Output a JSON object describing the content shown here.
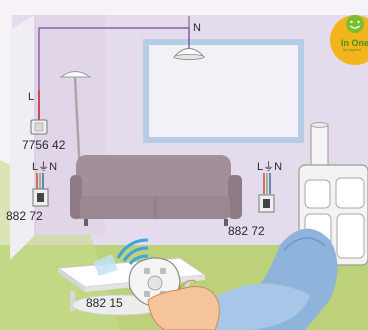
{
  "labels": {
    "neutral_ceiling": "N",
    "live_wall": "L",
    "switch_code": "7756 42",
    "socket_left_wire": "L⏚N",
    "socket_left_code": "882 72",
    "socket_right_wire": "L⏚N",
    "socket_right_code": "882 72",
    "remote_code": "882 15"
  },
  "logo": {
    "text": "In One",
    "subtext": "by Legrand"
  },
  "colors": {
    "wall": "#e4dcec",
    "floor": "#bcd17a",
    "sofa": "#9a8792",
    "wire_live": "#d0302f",
    "wire_neutral": "#2e55a8",
    "wire_earth": "#6bb33a",
    "wire_purple": "#8a62a6",
    "chair": "#8fb4dc",
    "logo_green": "#7dbe2c",
    "logo_yellow": "#f2b51e",
    "signal": "#3fa5de"
  },
  "icons": {
    "logo": "in-one-smiley-logo",
    "signal": "radio-signal-waves-icon"
  }
}
